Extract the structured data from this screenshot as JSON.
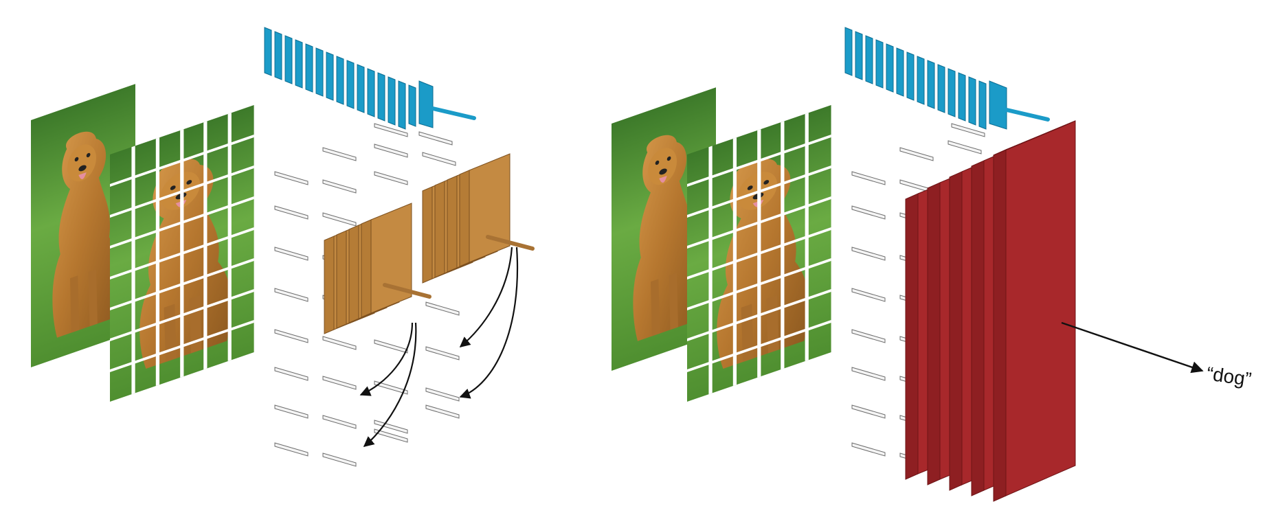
{
  "diagram": {
    "output_label": "“dog”",
    "colors": {
      "blue": "#1b9bc8",
      "brown": "#b57c36",
      "red": "#a8282b",
      "grass": "#5f9f3c",
      "dog": "#c68a3e"
    },
    "panels": [
      {
        "name": "left",
        "conv_maps": 2
      },
      {
        "name": "right",
        "conv_maps": 5
      }
    ]
  }
}
